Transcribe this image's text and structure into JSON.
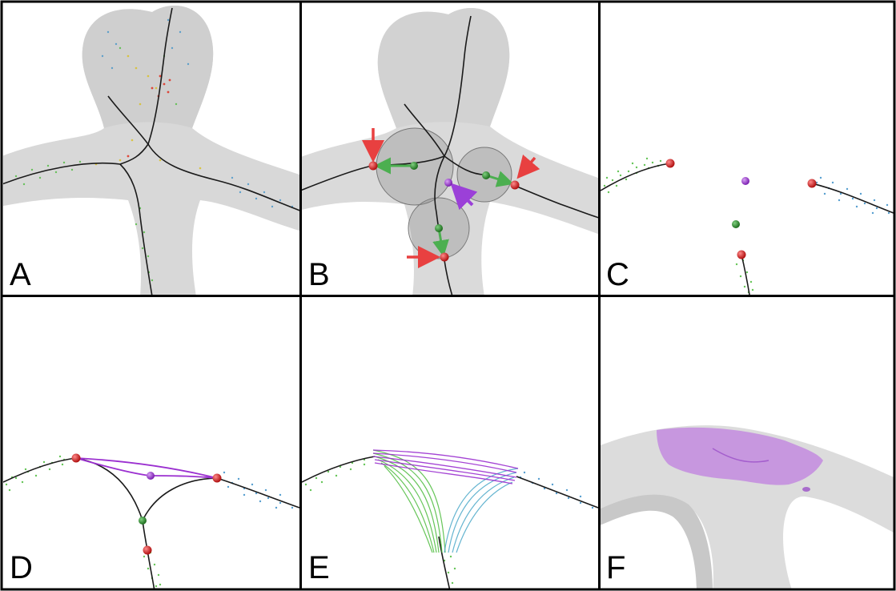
{
  "panels": [
    {
      "id": "A",
      "label": "A"
    },
    {
      "id": "B",
      "label": "B"
    },
    {
      "id": "C",
      "label": "C"
    },
    {
      "id": "D",
      "label": "D"
    },
    {
      "id": "E",
      "label": "E"
    },
    {
      "id": "F",
      "label": "F"
    }
  ],
  "colors": {
    "surface": "#dcdcdc",
    "surface_shadow": "#c4c4c4",
    "centerline": "#1a1a1a",
    "endpoint": "#d42020",
    "junction_green": "#2e8b2e",
    "junction_purple": "#9b30d0",
    "arrow_red": "#e84040",
    "arrow_purple": "#9b40d8",
    "arrow_green": "#4caf50",
    "points_green": "#4cbb3c",
    "points_blue": "#3a8fc8",
    "points_yellow": "#d8c020",
    "points_red": "#e03020",
    "region_purple": "#c080e0"
  },
  "icons": {
    "endpoint": "red-sphere-icon",
    "green_junction": "green-sphere-icon",
    "purple_junction": "purple-sphere-icon",
    "red_arrow": "red-arrow-icon",
    "purple_arrow": "purple-arrow-icon"
  }
}
